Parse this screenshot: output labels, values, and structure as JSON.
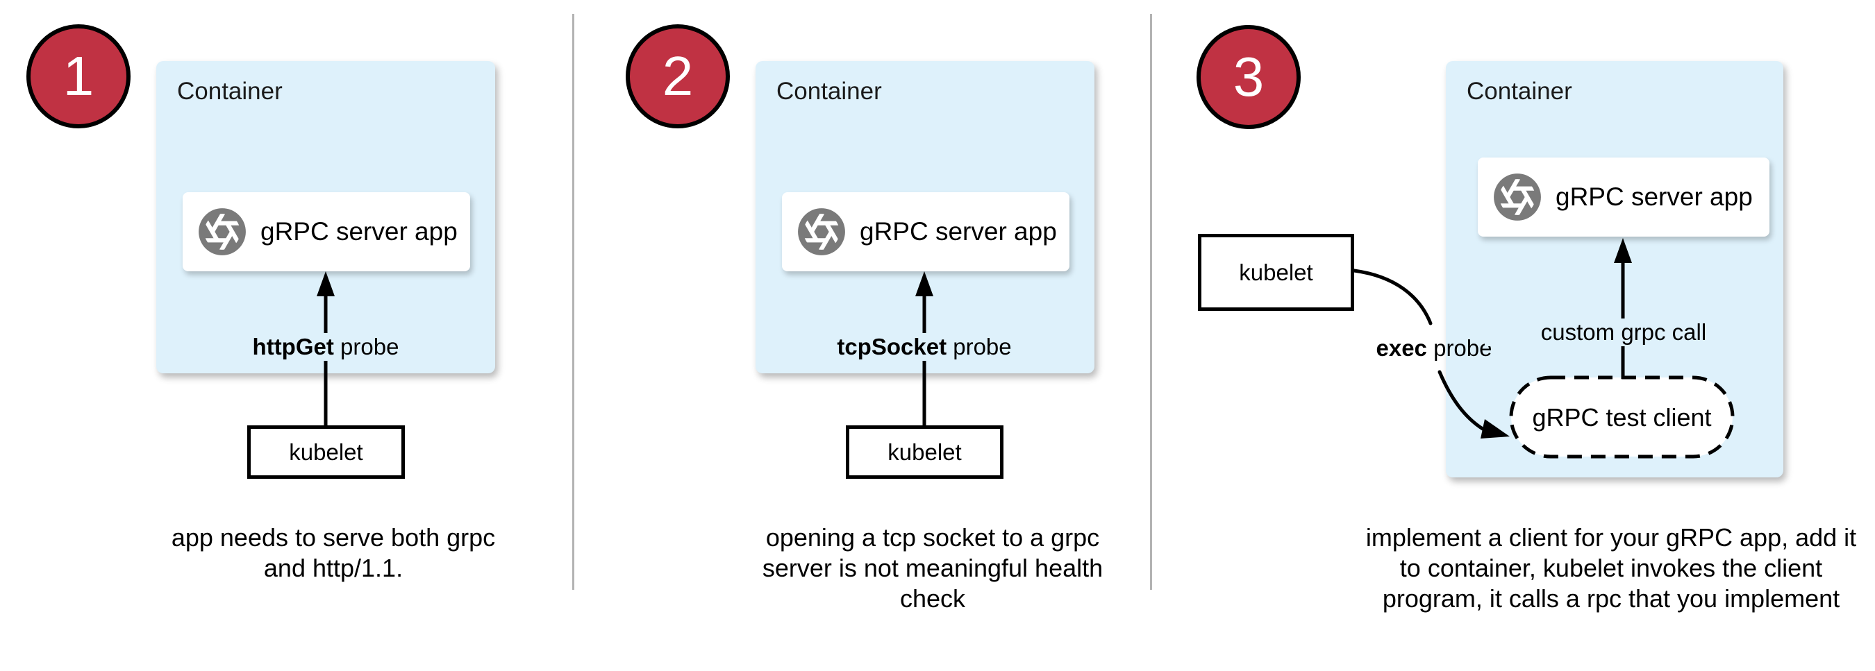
{
  "colors": {
    "container_fill": "#def1fb",
    "step_badge_fill": "#c03243",
    "icon_gray": "#7a7a7a",
    "divider_gray": "#b3b3b3",
    "stroke_black": "#000000"
  },
  "panels": [
    {
      "number": "1",
      "container_label": "Container",
      "app_label": "gRPC server app",
      "probe_bold": "httpGet",
      "probe_rest": " probe",
      "kubelet_label": "kubelet",
      "caption_lines": [
        "app needs to serve both grpc",
        "and http/1.1."
      ]
    },
    {
      "number": "2",
      "container_label": "Container",
      "app_label": "gRPC server app",
      "probe_bold": "tcpSocket",
      "probe_rest": " probe",
      "kubelet_label": "kubelet",
      "caption_lines": [
        "opening a tcp socket to a grpc",
        "server is not meaningful health",
        "check"
      ]
    },
    {
      "number": "3",
      "container_label": "Container",
      "app_label": "gRPC server app",
      "probe_bold": "exec",
      "probe_rest": " probe",
      "kubelet_label": "kubelet",
      "custom_call_label": "custom grpc call",
      "test_client_label": "gRPC test client",
      "caption_lines": [
        "implement a client for your gRPC app, add it",
        "to container, kubelet invokes the client",
        "program, it calls a rpc that you implement"
      ]
    }
  ]
}
